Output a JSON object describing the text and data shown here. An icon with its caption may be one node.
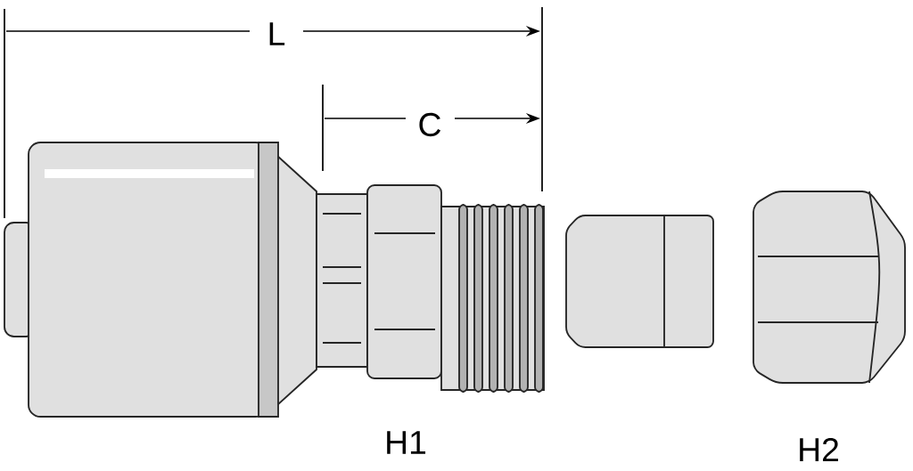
{
  "diagram": {
    "labels": [
      "L",
      "C",
      "H1",
      "H2"
    ]
  }
}
